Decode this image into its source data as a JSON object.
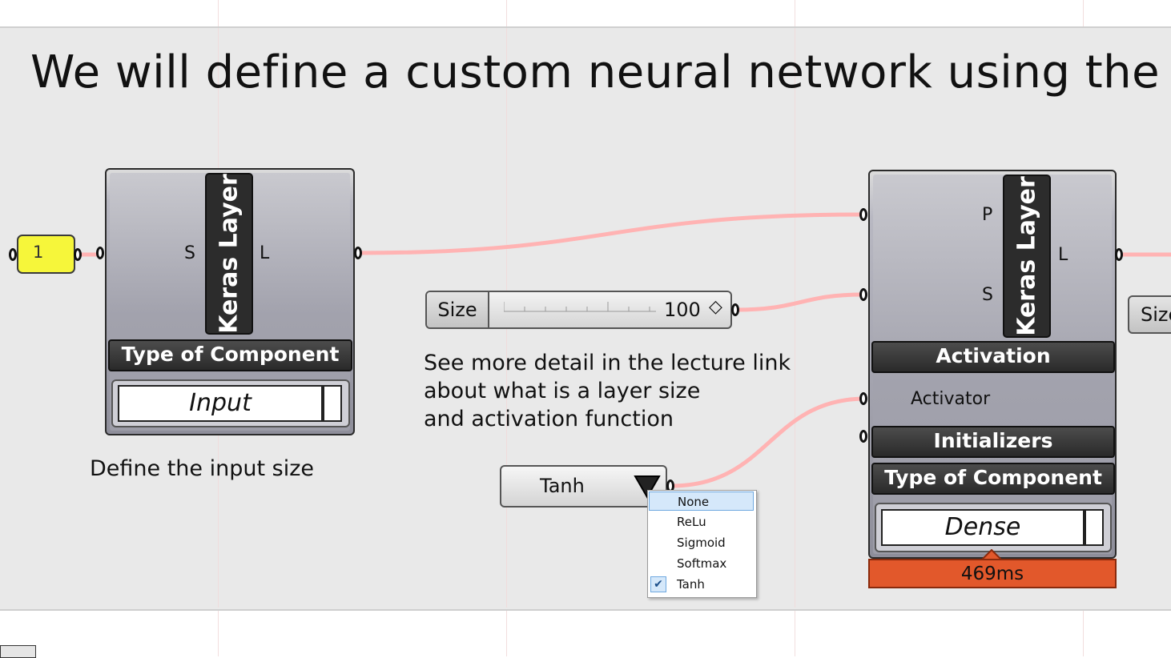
{
  "heading": "We will define a custom neural network using the \"",
  "notes": {
    "input_size": "Define the input size",
    "detail_line1": "See more detail in the lecture link",
    "detail_line2": "about what is a layer size",
    "detail_line3": "and activation function"
  },
  "number_panel": {
    "value": "1"
  },
  "input_component": {
    "name": "Keras Layer",
    "input_port": "S",
    "output_port": "L",
    "section": "Type of Component",
    "value": "Input"
  },
  "dense_component": {
    "name": "Keras Layer",
    "input_ports": [
      "P",
      "S"
    ],
    "output_port": "L",
    "sections": {
      "activation": "Activation",
      "activator_port": "Activator",
      "initializers": "Initializers",
      "type": "Type of Component"
    },
    "value": "Dense",
    "timer": "469ms"
  },
  "size_slider": {
    "label": "Size",
    "value": "100",
    "value_fraction": 1.0
  },
  "partial_slider": {
    "label": "Size"
  },
  "value_list": {
    "selected": "Tanh",
    "options": [
      {
        "label": "None",
        "highlighted": true,
        "checked": false
      },
      {
        "label": "ReLu",
        "highlighted": false,
        "checked": false
      },
      {
        "label": "Sigmoid",
        "highlighted": false,
        "checked": false
      },
      {
        "label": "Softmax",
        "highlighted": false,
        "checked": false
      },
      {
        "label": "Tanh",
        "highlighted": false,
        "checked": true
      }
    ]
  },
  "colors": {
    "wire": "#ffb3b3",
    "timer_bg": "#e2582b",
    "panel_yellow": "#f6f63a",
    "group_bg": "#e9e9e9"
  }
}
